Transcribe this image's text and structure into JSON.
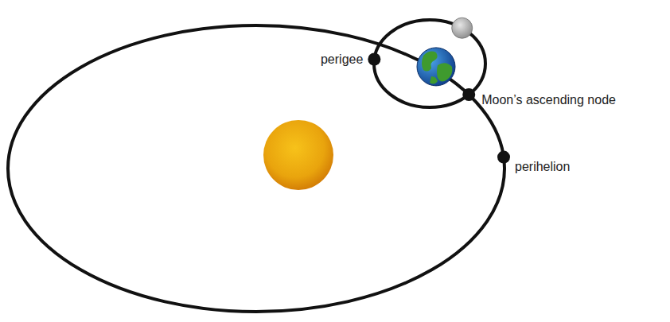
{
  "diagram": {
    "labels": [
      "perigee",
      "Moon’s ascending node",
      "perihelion"
    ]
  }
}
